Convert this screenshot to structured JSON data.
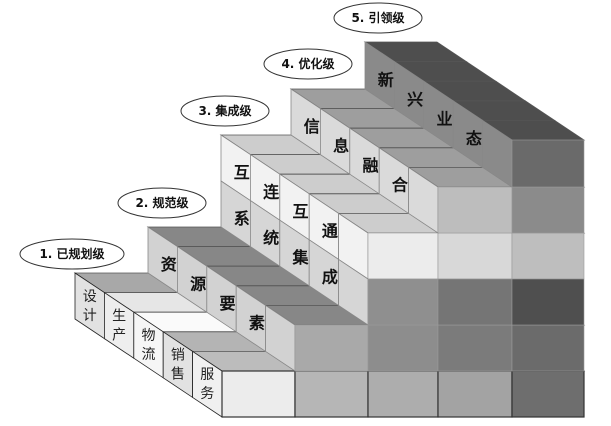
{
  "levels": [
    {
      "label": "1. 已规划级",
      "rows": [
        [
          "设计",
          "生产",
          "物流",
          "销售",
          "服务"
        ]
      ]
    },
    {
      "label": "2. 规范级",
      "rows": [
        [
          "资",
          "源",
          "要",
          "素"
        ]
      ]
    },
    {
      "label": "3. 集成级",
      "rows": [
        [
          "互",
          "连",
          "互",
          "通"
        ],
        [
          "系",
          "统",
          "集",
          "成"
        ]
      ]
    },
    {
      "label": "4. 优化级",
      "rows": [
        [
          "信",
          "息",
          "融",
          "合"
        ]
      ]
    },
    {
      "label": "5. 引领级",
      "rows": [
        [
          "新",
          "兴",
          "业",
          "态"
        ]
      ]
    }
  ]
}
